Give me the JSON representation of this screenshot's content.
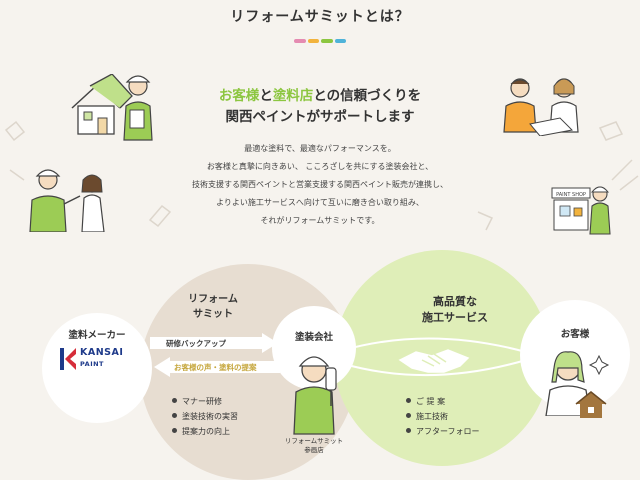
{
  "section": {
    "title": "リフォームサミットとは？",
    "accent_colors": [
      "#e58bb1",
      "#f2b33d",
      "#8cc640",
      "#4fb3d9"
    ],
    "headline": {
      "customer": "お客様",
      "and1": "と",
      "painter": "塗料店",
      "rest1": "との信頼づくりを",
      "line2": "関西ペイントがサポートします"
    },
    "body_lines": [
      "最適な塗料で、最適なパフォーマンスを。",
      "お客様と真摯に向きあい、 こころざしを共にする塗装会社と、",
      "技術支援する関西ペイントと営業支援する関西ペイント販売が連携し、",
      "よりよい施工サービスへ向けて互いに磨き合い取り組み、",
      "それがリフォームサミットです。"
    ]
  },
  "diagram": {
    "paint_company_label": "塗料メーカー",
    "kansai_logo": {
      "name": "KANSAI",
      "sub": "PAINT",
      "brand_color": "#1e3a8a"
    },
    "summit_label": [
      "リフォーム",
      "サミット"
    ],
    "arrow_right_label": "研修バックアップ",
    "arrow_left_label": "お客様の声・塗料の提案",
    "summit_items": [
      "マナー研修",
      "塗装技術の実習",
      "提案力の向上"
    ],
    "painter_label": "塗装会社",
    "painter_caption": [
      "リフォームサミット",
      "参画店"
    ],
    "quality_label": [
      "高品質な",
      "施工サービス"
    ],
    "quality_items": [
      "ご 提 案",
      "施工技術",
      "アフターフォロー"
    ],
    "customer_label": "お客様",
    "colors": {
      "summit_circle": "#e7ddd1",
      "quality_circle": "#dfeeb8",
      "accent_green": "#8cc640",
      "arrow_gold": "#c6a73e"
    }
  },
  "illustrations": [
    "house-icon",
    "worker-clipboard-icon",
    "meeting-icon",
    "worker-pointing-icon",
    "paint-shop-icon",
    "handshake-icon",
    "painter-worker-icon",
    "customer-woman-icon",
    "small-house-icon"
  ]
}
